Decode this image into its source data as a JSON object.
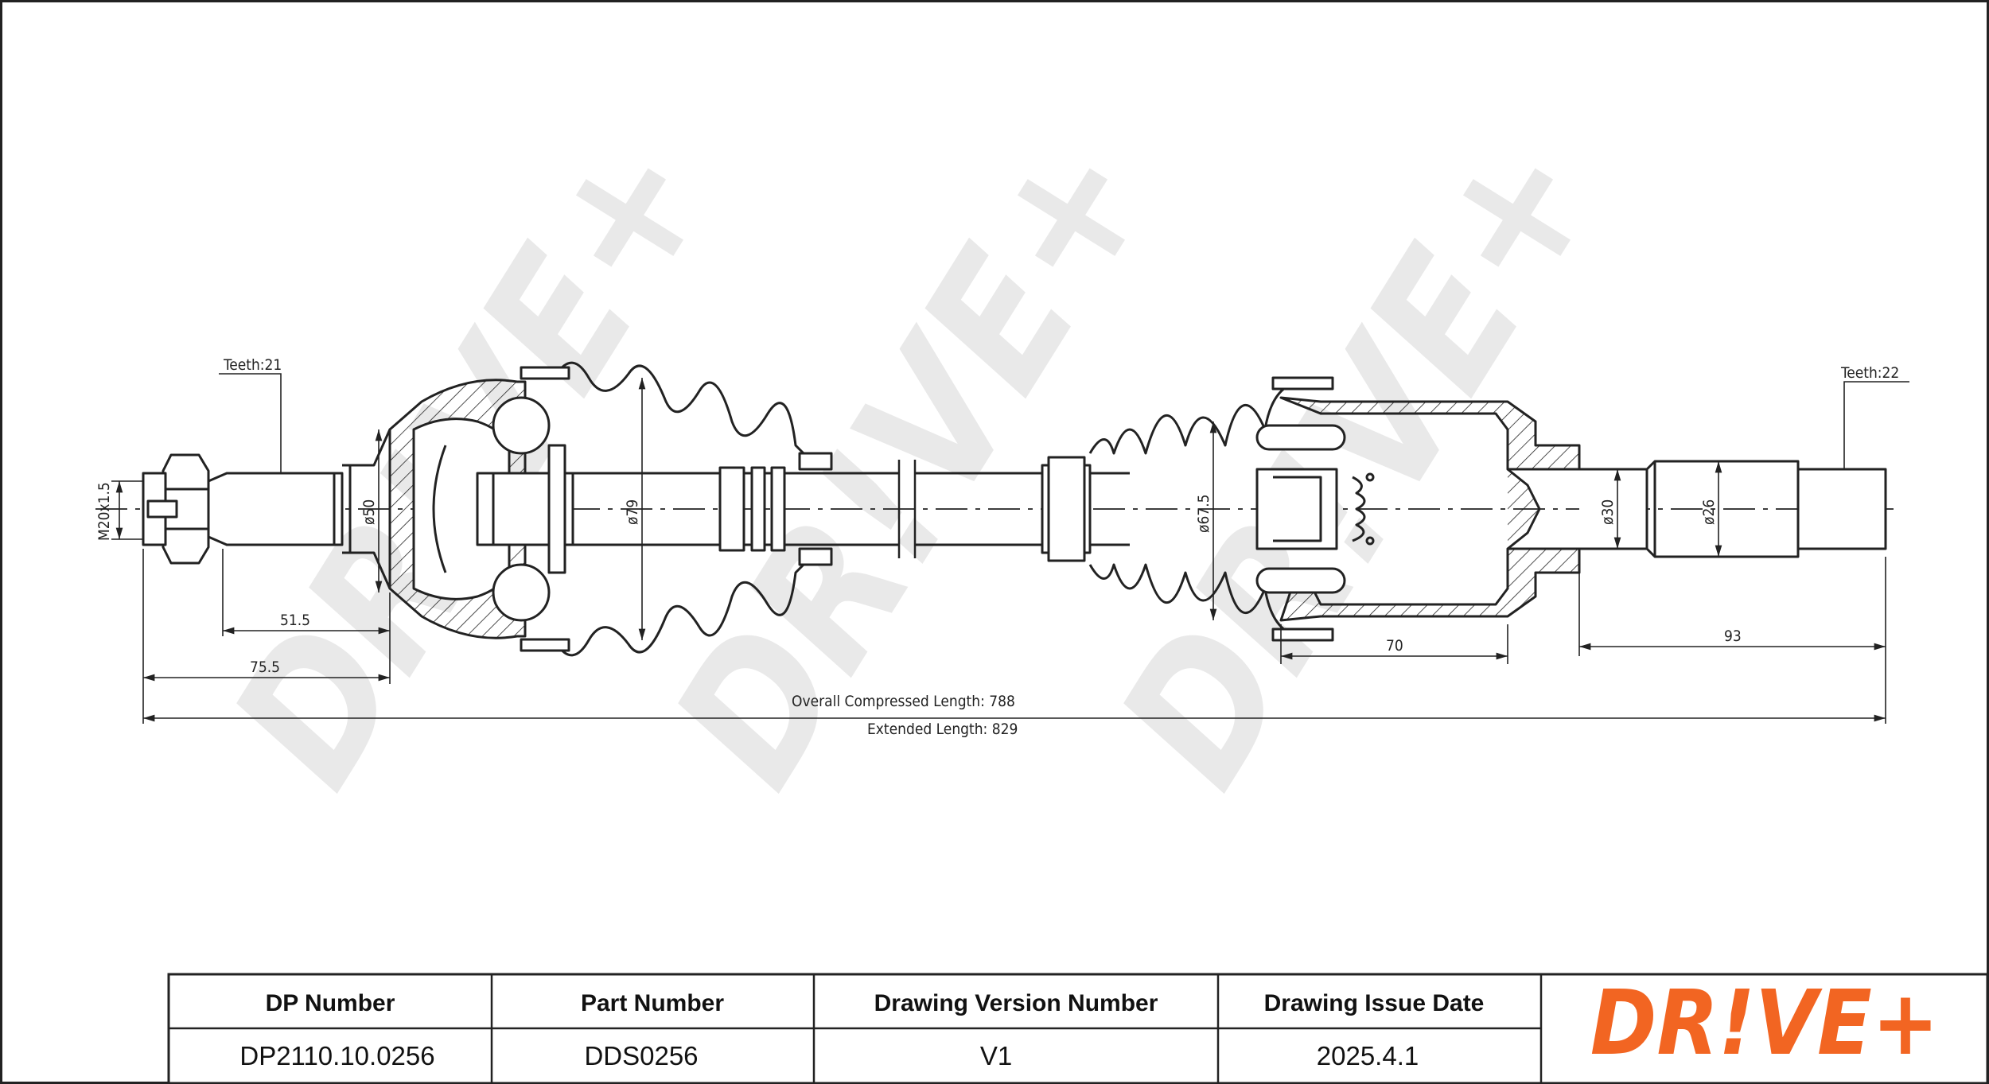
{
  "brand": {
    "logo_text": "DR!VE+",
    "accent_color": "#f26522",
    "watermark_text": "DR!VE+"
  },
  "drawing": {
    "teeth_left": "Teeth:21",
    "teeth_right": "Teeth:22",
    "thread": "M20x1.5",
    "dia_50": "ø50",
    "dia_79": "ø79",
    "dia_67_5": "ø67.5",
    "dia_30": "ø30",
    "dia_26": "ø26",
    "len_51_5": "51.5",
    "len_75_5": "75.5",
    "len_70": "70",
    "len_93": "93",
    "overall_compressed": "Overall  Compressed  Length: 788",
    "extended_length": "Extended  Length: 829"
  },
  "title_block": {
    "headers": [
      "DP Number",
      "Part Number",
      "Drawing Version Number",
      "Drawing Issue Date"
    ],
    "values": [
      "DP2110.10.0256",
      "DDS0256",
      "V1",
      "2025.4.1"
    ]
  }
}
